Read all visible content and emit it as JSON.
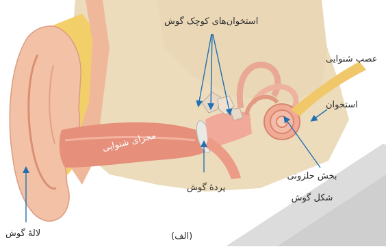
{
  "figure": {
    "panel_label": "(الف)"
  },
  "labels": {
    "ossicles": "استخوان‌های کوچک گوش",
    "auditory_nerve": "عصب شنوایی",
    "bone": "استخوان",
    "ear_canal": "مجرای شنوایی",
    "eardrum": "پردهٔ گوش",
    "cochlea_line1": "بخش حلزونی",
    "cochlea_line2": "شکل گوش",
    "pinna": "لالهٔ گوش"
  },
  "colors": {
    "arrow": "#1f6fb2",
    "skin": "#f2c0a4",
    "canal": "#e58f7b",
    "bone": "#efe3c6",
    "fat": "#f4d060",
    "nerve": "#f0c86a",
    "shadow": "#d9d9d9"
  }
}
